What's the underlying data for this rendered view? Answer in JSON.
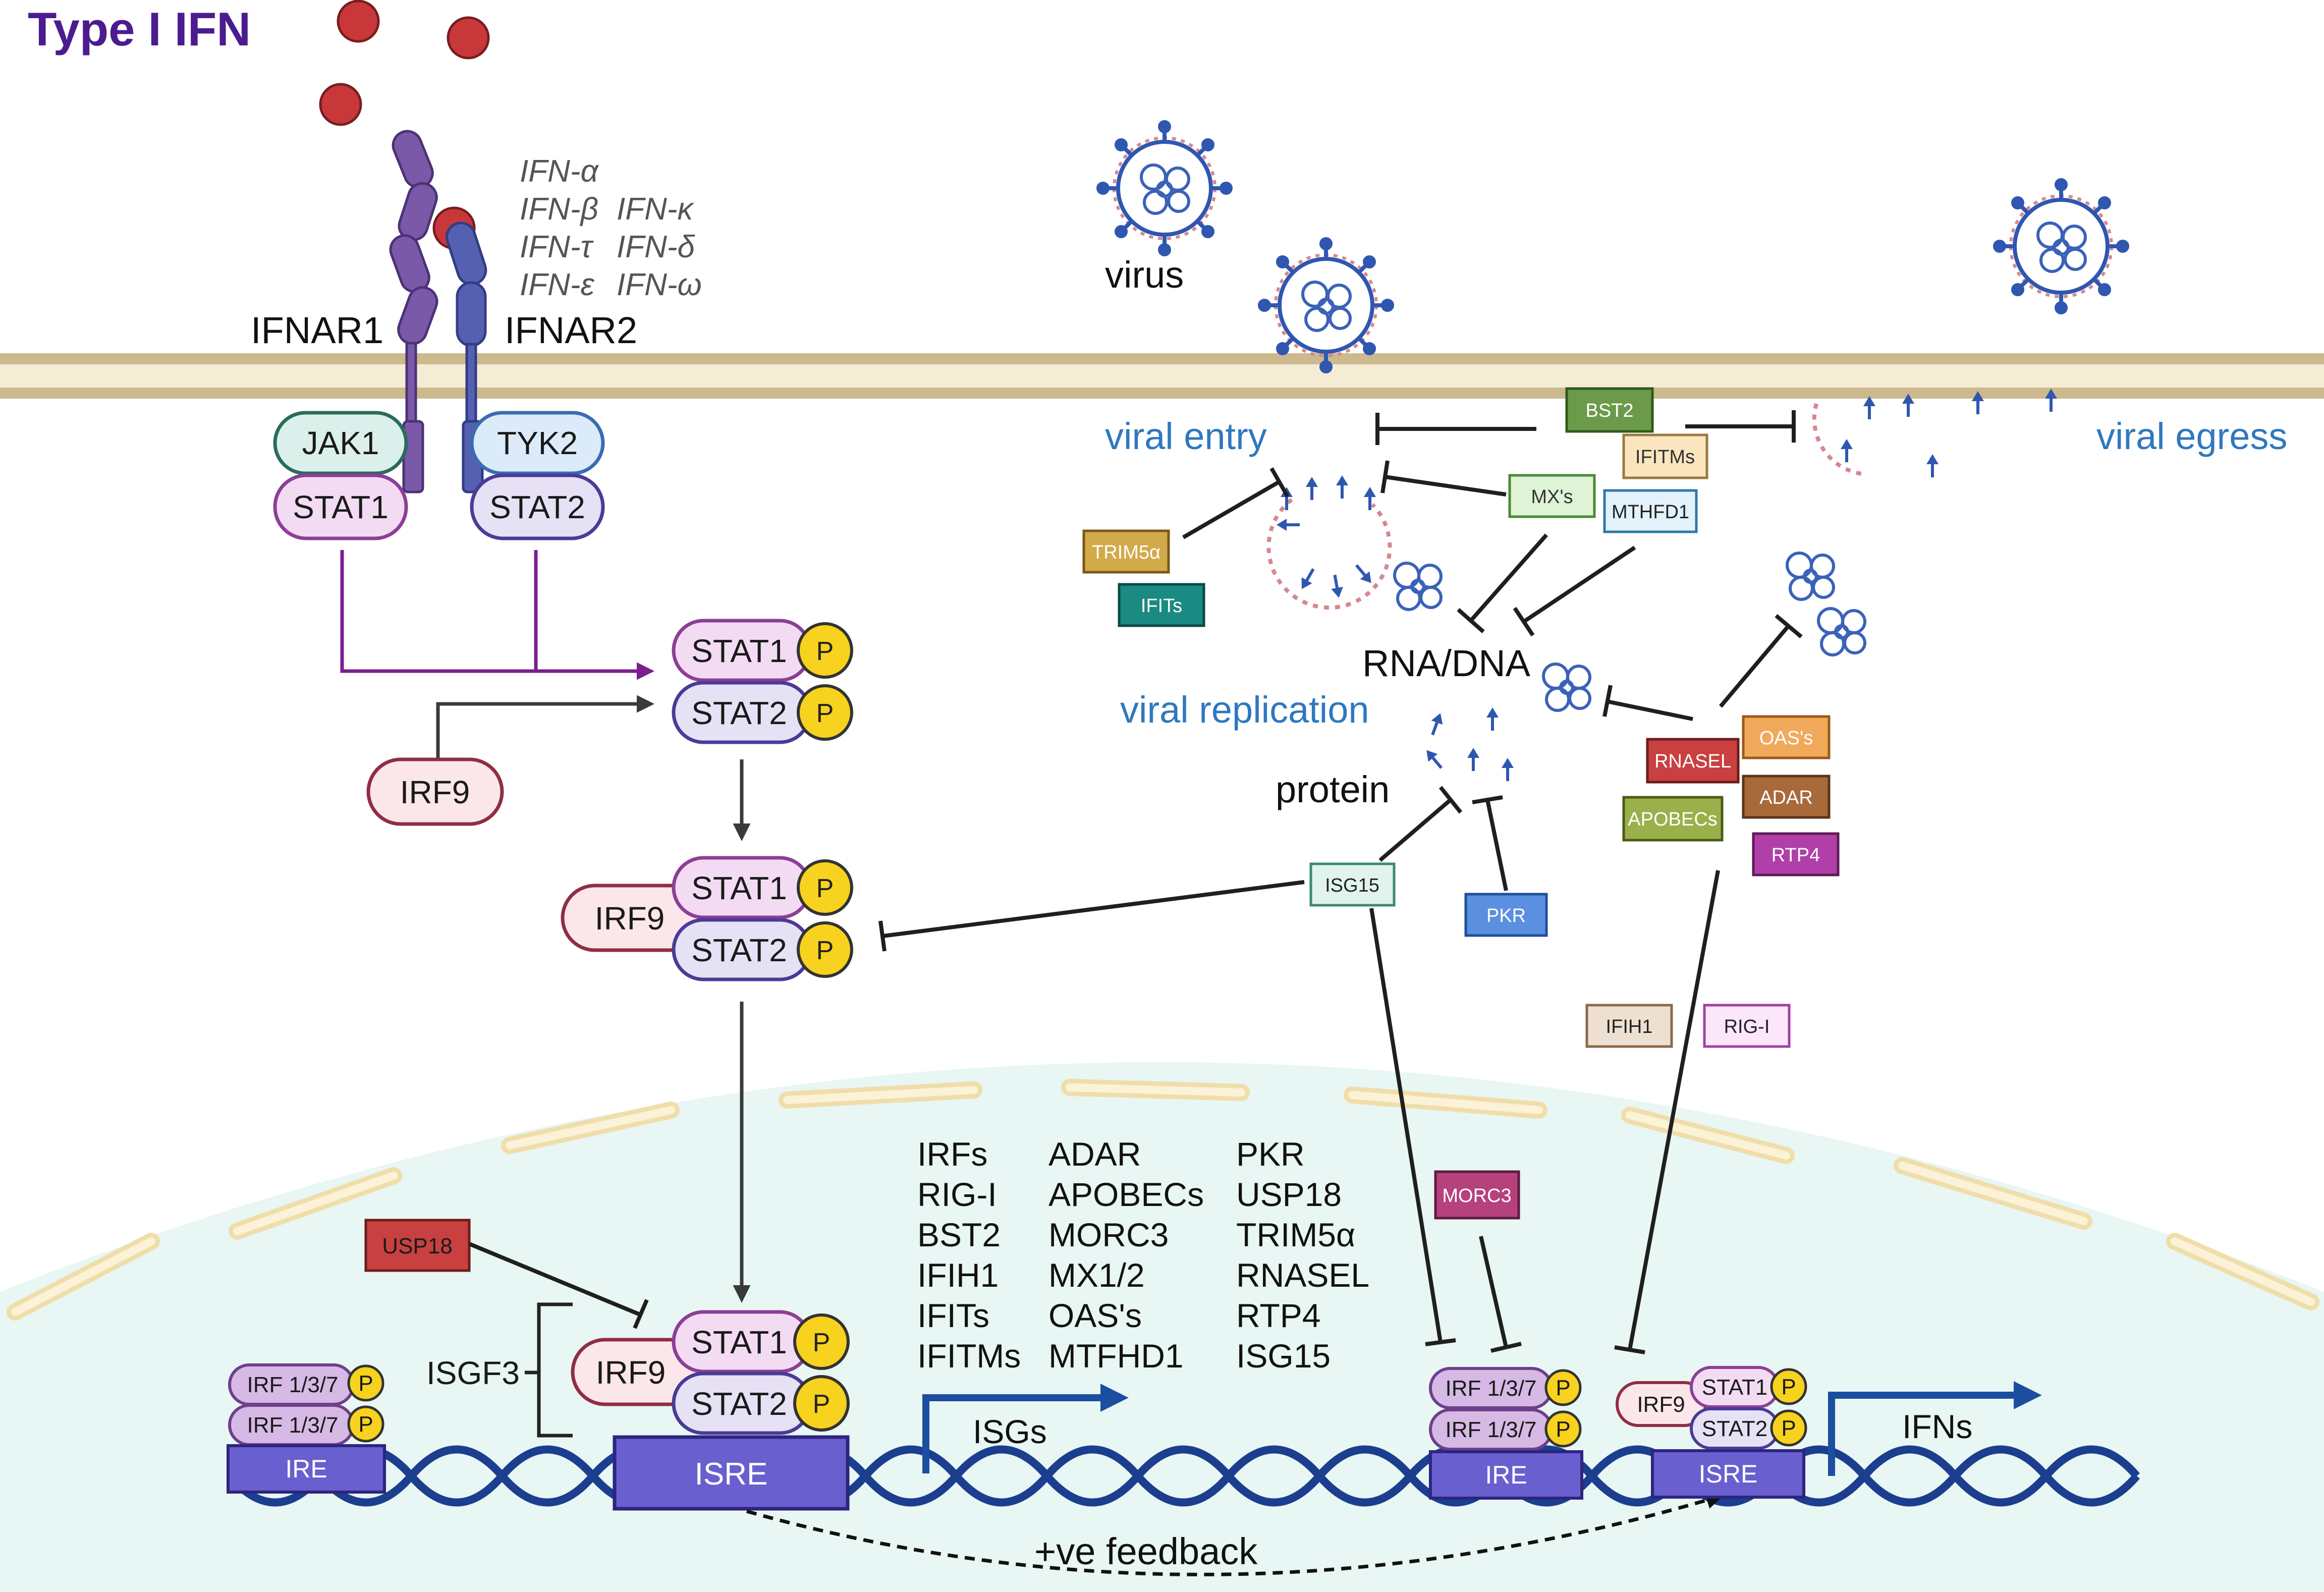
{
  "title": "Type I IFN",
  "ifn_types": [
    "IFN-α",
    "IFN-β",
    "IFN-κ",
    "IFN-τ",
    "IFN-δ",
    "IFN-ε",
    "IFN-ω"
  ],
  "receptors": {
    "r1": "IFNAR1",
    "r2": "IFNAR2"
  },
  "kinases": {
    "jak1": "JAK1",
    "tyk2": "TYK2"
  },
  "stat": {
    "stat1": "STAT1",
    "stat2": "STAT2",
    "p": "P"
  },
  "irf9": "IRF9",
  "labels": {
    "virus": "virus",
    "viral_entry": "viral entry",
    "viral_egress": "viral egress",
    "viral_replication": "viral replication",
    "rna_dna": "RNA/DNA",
    "protein": "protein",
    "isgf3": "ISGF3",
    "isgs": "ISGs",
    "ifns": "IFNs",
    "feedback": "+ve feedback",
    "isre": "ISRE",
    "ire": "IRE",
    "irf137": "IRF 1/3/7"
  },
  "effectors": {
    "bst2": "BST2",
    "ifitms": "IFITMs",
    "mxs": "MX's",
    "mthfd1": "MTHFD1",
    "trim5a": "TRIM5α",
    "ifits": "IFITs",
    "rnasel": "RNASEL",
    "oass": "OAS's",
    "adar": "ADAR",
    "apobecs": "APOBECs",
    "rtp4": "RTP4",
    "isg15": "ISG15",
    "pkr": "PKR",
    "ifih1": "IFIH1",
    "rigi": "RIG-I",
    "morc3": "MORC3",
    "usp18": "USP18"
  },
  "isg_list": {
    "col1": [
      "IRFs",
      "RIG-I",
      "BST2",
      "IFIH1",
      "IFITs",
      "IFITMs"
    ],
    "col2": [
      "ADAR",
      "APOBECs",
      "MORC3",
      "MX1/2",
      "OAS's",
      "MTFHD1"
    ],
    "col3": [
      "PKR",
      "USP18",
      "TRIM5α",
      "RNASEL",
      "RTP4",
      "ISG15"
    ]
  },
  "colors": {
    "title": "#4b1c8f",
    "membrane": "#d8c8a2",
    "nucleus_fill": "#e8f6f4",
    "dna": "#1c3e8f",
    "isre_box": "#6a5fcf",
    "ifn_ball": "#c8383b",
    "receptor": "#7a59a8",
    "stat1_fill": "#f3dcf3",
    "stat2_fill": "#e6e1f5",
    "p_fill": "#f7d21e",
    "irf9_fill": "#fbe7ea",
    "blue_label": "#2f78bf"
  }
}
